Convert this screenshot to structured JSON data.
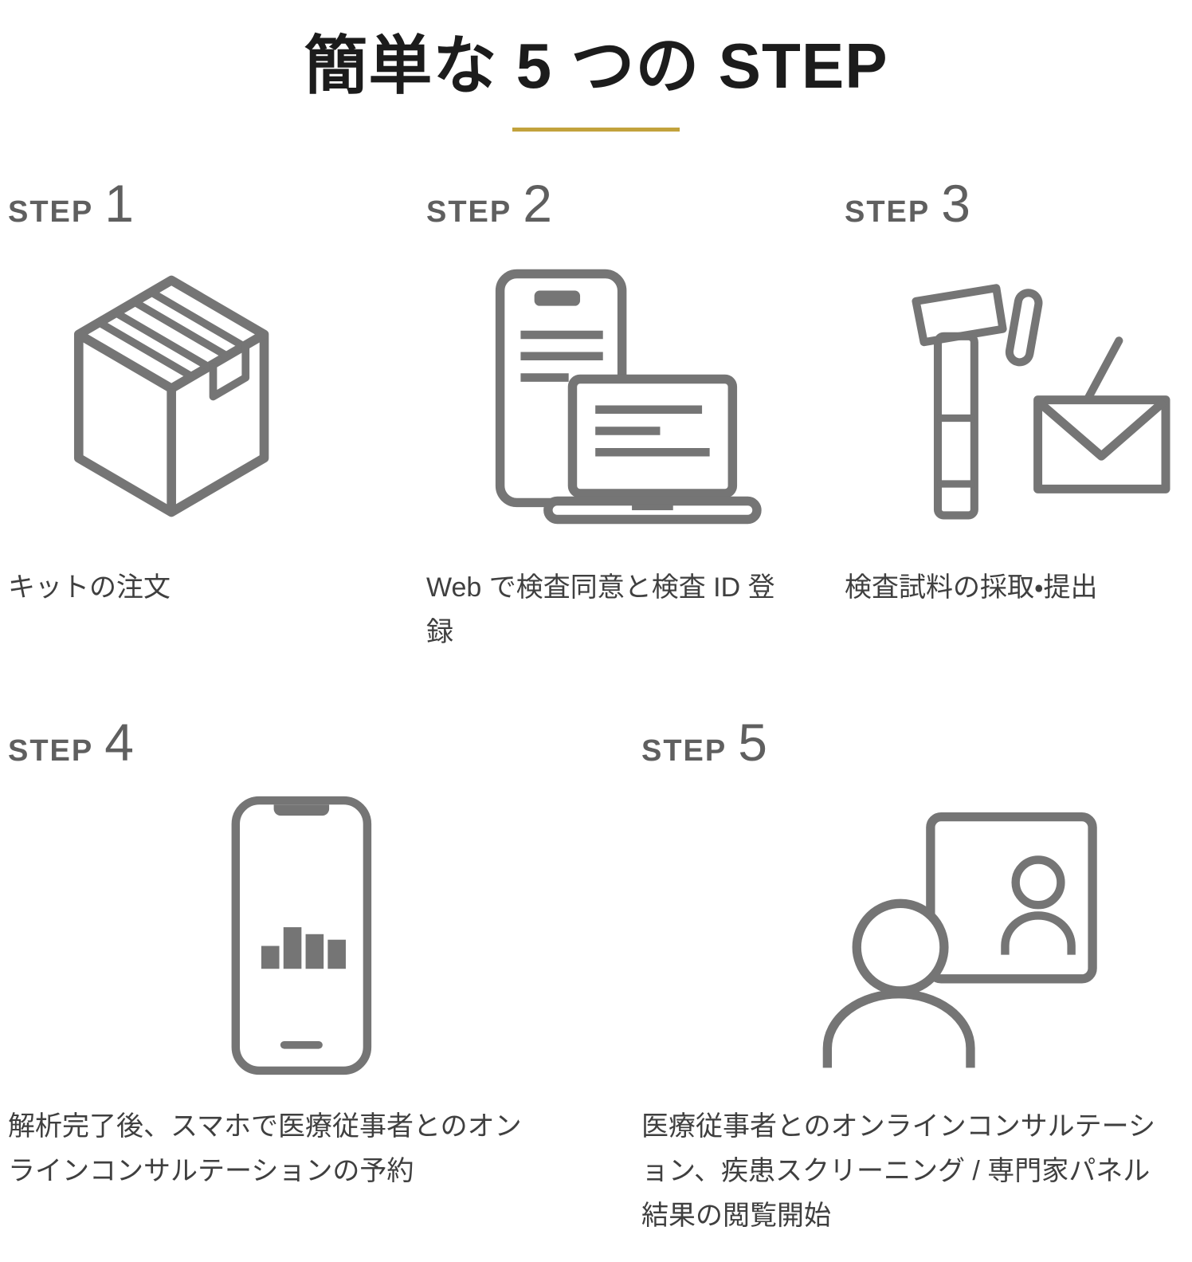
{
  "page": {
    "title": "簡単な 5 つの STEP"
  },
  "steps": [
    {
      "label": "STEP",
      "number": "1",
      "icon": "package-box-icon",
      "caption": "キットの注文"
    },
    {
      "label": "STEP",
      "number": "2",
      "icon": "phone-laptop-icon",
      "caption": "Web で検査同意と検査 ID 登録"
    },
    {
      "label": "STEP",
      "number": "3",
      "icon": "specimen-envelope-icon",
      "caption": "検査試料の採取・提出"
    },
    {
      "label": "STEP",
      "number": "4",
      "icon": "phone-chart-icon",
      "caption": "解析完了後、スマホで医療従事者とのオンラインコンサルテーションの予約"
    },
    {
      "label": "STEP",
      "number": "5",
      "icon": "video-consultation-icon",
      "caption": "医療従事者とのオンラインコンサルテーション、疾患スクリーニング / 専門家パネル結果の閲覧開始"
    }
  ],
  "colors": {
    "accent": "#C2A23C",
    "icon_stroke": "#757575",
    "title_text": "#1c1c1c",
    "step_text": "#5f5f5f",
    "caption_text": "#3f3f3f",
    "background": "#ffffff"
  }
}
